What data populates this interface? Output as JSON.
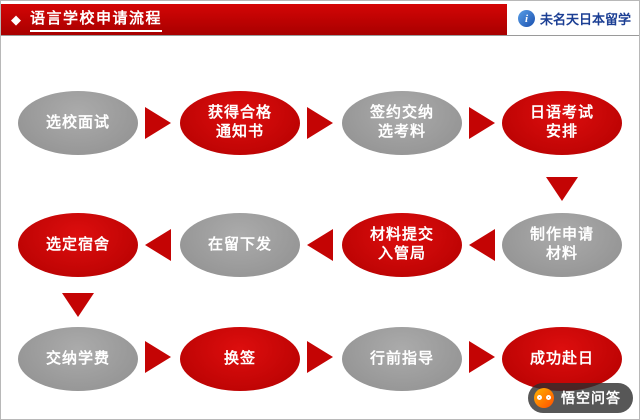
{
  "header": {
    "diamond_icon": "◆",
    "title": "语言学校申请流程",
    "brand": "未名天日本留学",
    "brand_icon_letter": "i"
  },
  "palette": {
    "header_red": "#c40404",
    "node_red": "#c40000",
    "node_gray": "#9c9c9c",
    "brand_blue": "#1c3f94"
  },
  "nodes": [
    {
      "label": "选校面试"
    },
    {
      "label": "获得合格\n通知书"
    },
    {
      "label": "签约交纳\n选考料"
    },
    {
      "label": "日语考试\n安排"
    },
    {
      "label": "制作申请\n材料"
    },
    {
      "label": "材料提交\n入管局"
    },
    {
      "label": "在留下发"
    },
    {
      "label": "选定宿舍"
    },
    {
      "label": "交纳学费"
    },
    {
      "label": "换签"
    },
    {
      "label": "行前指导"
    },
    {
      "label": "成功赴日"
    }
  ],
  "watermark": {
    "label": "悟空问答"
  }
}
